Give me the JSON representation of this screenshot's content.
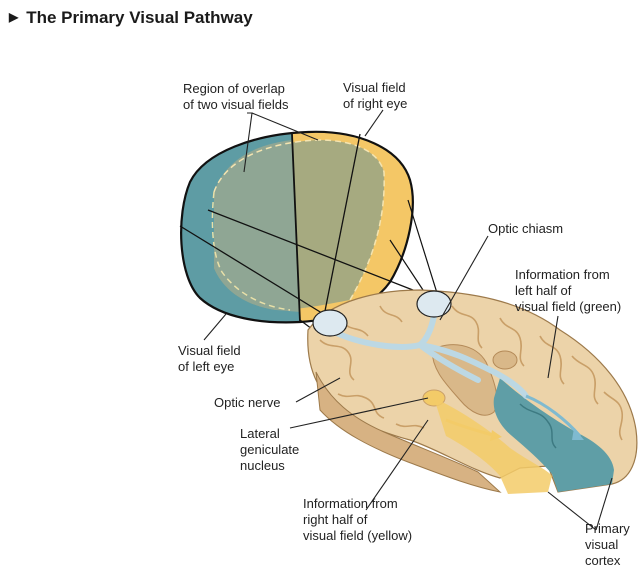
{
  "title": "The Primary Visual Pathway",
  "labels": {
    "overlap": "Region of overlap\nof two visual fields",
    "right_field": "Visual field\nof right eye",
    "optic_chiasm": "Optic chiasm",
    "info_left": "Information from\nleft half of\nvisual field (green)",
    "left_field": "Visual field\nof left eye",
    "optic_nerve": "Optic nerve",
    "lgn": "Lateral\ngeniculate\nnucleus",
    "info_right": "Information from\nright half of\nvisual field (yellow)",
    "primary_cortex": "Primary\nvisual\ncortex"
  },
  "colors": {
    "green_field": "#5e9ca4",
    "yellow_field": "#f4c766",
    "overlap_field": "#a6aa80",
    "brain_tissue": "#ecd3a9",
    "brain_dark": "#c99f68",
    "pathway_blue": "#bcd8e4",
    "cortex_teal": "#5f9ea6",
    "cortex_yellow": "#f3cb68"
  }
}
